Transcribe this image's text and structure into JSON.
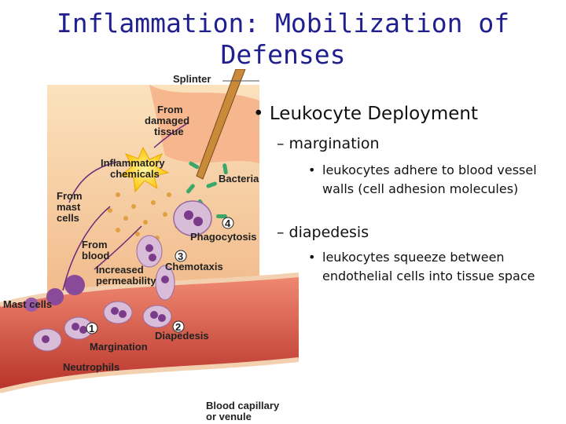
{
  "slide": {
    "title": "Inflammation: Mobilization of Defenses",
    "bullets": [
      {
        "marker": "•",
        "text": "Leukocyte Deployment"
      },
      {
        "marker": "–",
        "text": "margination"
      },
      {
        "marker": "•",
        "text": "leukocytes adhere to blood vessel walls (cell adhesion molecules)"
      },
      {
        "marker": "–",
        "text": "diapedesis"
      },
      {
        "marker": "•",
        "text": "leukocytes squeeze between endothelial cells into tissue space"
      }
    ]
  },
  "figure": {
    "labels": {
      "splinter": "Splinter",
      "from_damaged_1": "From",
      "from_damaged_2": "damaged",
      "from_damaged_3": "tissue",
      "inflam_1": "Inflammatory",
      "inflam_2": "chemicals",
      "bacteria": "Bacteria",
      "from_mast_1": "From",
      "from_mast_2": "mast",
      "from_mast_3": "cells",
      "phagocytosis": "Phagocytosis",
      "step4": "4",
      "from_blood_1": "From",
      "from_blood_2": "blood",
      "step3": "3",
      "chemotaxis": "Chemotaxis",
      "increased_1": "Increased",
      "increased_2": "permeability",
      "mast_cells": "Mast cells",
      "step1": "1",
      "step2": "2",
      "diapedesis": "Diapedesis",
      "margination": "Margination",
      "neutrophils": "Neutrophils",
      "capillary_1": "Blood capillary",
      "capillary_2": "or venule"
    },
    "colors": {
      "tissue": "#f4c98f",
      "vessel": "#e35a45",
      "neutrophil": "#c9a6c9",
      "mast": "#8a4a9a",
      "bacteria": "#3aa86a",
      "chemical_burst": "#ffd21f",
      "title": "#1f1f8f"
    }
  }
}
